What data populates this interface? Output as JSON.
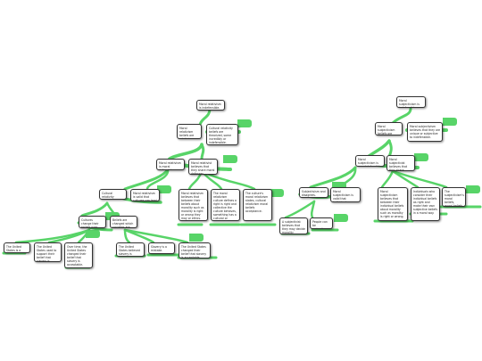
{
  "theme": {
    "link_color": "#58d468",
    "link_dark": "#36b84a",
    "node_border": "#333333"
  },
  "left_tree": {
    "root": "Moral relativism is indefensible.",
    "l1_a": "Moral relativism beliefs are relativism.",
    "l1_b": "Cultural relativity beliefs are theorized, some incredibly or indefensible.",
    "l2_a": "Moral relativism is moral defensible.",
    "l2_b": "Moral relativist believes that they share moral defenses.",
    "l3_a": "Cultural relativity disagrees.",
    "l3_b": "Moral relativism is valid that cultures can lead to societies.",
    "l3_c": "Moral relativism believes that between their beliefs about morality such as morality is right or wrong they may or ethics.",
    "l3_d": "The moral relativism culture defines a right is right and collective the culture behaves, something has a cultural or society's moral beliefs a moral defense.",
    "l3_e": "The culture's moral relativism states, cultural relativism moral beliefs acceptance.",
    "l4_a": "Cultures change their beliefs over time.",
    "l4_b": "Beliefs are changed which societies are made.",
    "l5_a": "The United States is a culture.",
    "l5_b": "The United States used to support their belief that slavery is acceptable.",
    "l5_c": "Over time, the United States changed their belief that slavery is acceptable.",
    "l5_d": "The United States believed slavery is acceptable.",
    "l5_e": "Slavery is a mistake.",
    "l5_f": "The United States changed their belief that slavery is acceptable."
  },
  "right_tree": {
    "root": "Moral subjectivism is indefensible.",
    "l1_a": "Moral subjectivism beliefs are relativism.",
    "l1_b": "Moral subjectivism believes that they are unique or subjective to indefensible.",
    "l2_a": "Moral subjectivism is moral defensible.",
    "l2_b": "Moral subjectivist believes that they share moral defenses.",
    "l3_a": "Subjectivism and disagrees.",
    "l3_b": "Moral subjectivism is valid that individuals can lead to acts.",
    "l3_c": "Moral subjectivism believes that between their individual beliefs about morality such as morality is right or wrong.",
    "l3_d": "Individuals who consider their individual beliefs as right and make their own subjective beliefs in a moral way.",
    "l3_e": "The subjectivism's moral beliefs, moral beliefs acceptance.",
    "l4_a": "A subjectivist believes that they may decide morality themselves.",
    "l4_b": "People can be subjective."
  }
}
